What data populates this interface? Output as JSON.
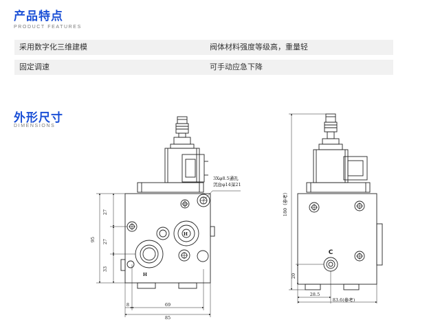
{
  "features": {
    "title": "产品特点",
    "subtitle": "PRODUCT FEATURES",
    "rows": [
      {
        "left": "采用数字化三维建模",
        "right": "阀体材料强度等级高，重量轻"
      },
      {
        "left": "固定调速",
        "right": "可手动应急下降"
      }
    ]
  },
  "dimensions": {
    "title": "外形尺寸",
    "subtitle": "DIMENSIONS",
    "front": {
      "hole_note_line1": "3Xφ8.5通孔",
      "hole_note_line2": "沉台φ14深21",
      "dim_27_top": "27",
      "dim_27_mid": "27",
      "dim_33": "33",
      "dim_95": "95",
      "dim_8": "8",
      "dim_69": "69",
      "dim_85": "85",
      "mark_h1": "H",
      "mark_h2": "H"
    },
    "side": {
      "dim_180": "180（参考）",
      "dim_20": "20",
      "dim_28_5": "28.5",
      "dim_83_6": "83.6(参考)",
      "port_c": "C"
    }
  }
}
